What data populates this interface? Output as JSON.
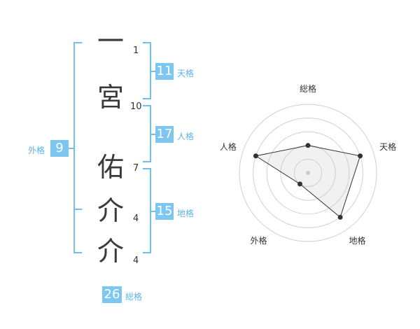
{
  "name": {
    "chars": [
      {
        "char": "一",
        "strokes": "1"
      },
      {
        "char": "宮",
        "strokes": "10"
      },
      {
        "char": "佑",
        "strokes": "7"
      },
      {
        "char": "介",
        "strokes": "4"
      },
      {
        "char": "介",
        "strokes": "4"
      }
    ]
  },
  "fortunes": {
    "tenkaku": {
      "value": "11",
      "label": "天格"
    },
    "jinkaku": {
      "value": "17",
      "label": "人格"
    },
    "chikaku": {
      "value": "15",
      "label": "地格"
    },
    "gaikaku": {
      "value": "9",
      "label": "外格"
    },
    "soukaku": {
      "value": "26",
      "label": "総格"
    }
  },
  "colors": {
    "accent": "#7cc6f0",
    "bracket": "#6fc1ec",
    "label": "#5ab4e6",
    "text": "#333333"
  },
  "chart_data": {
    "type": "radar",
    "axes": [
      "総格",
      "天格",
      "地格",
      "外格",
      "人格"
    ],
    "values": [
      2,
      4,
      4,
      1,
      4
    ],
    "max": 5,
    "rings": 5
  }
}
